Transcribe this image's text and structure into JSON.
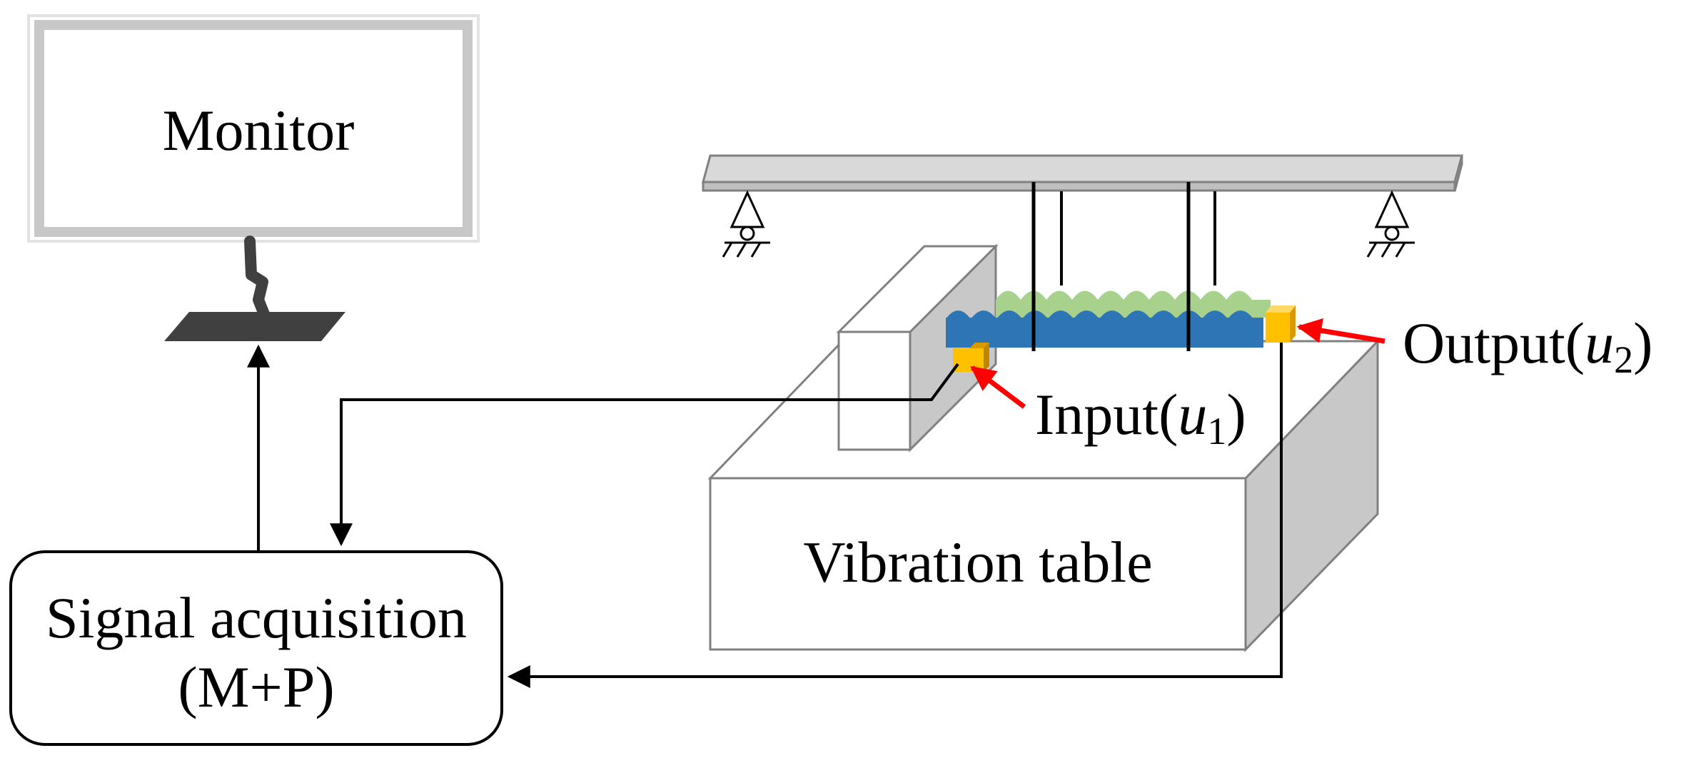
{
  "labels": {
    "monitor": "Monitor",
    "vibration_table": "Vibration table",
    "signal_acquisition_line1": "Signal acquisition",
    "signal_acquisition_line2": "(M+P)",
    "input_text": "Input(",
    "input_var": "u",
    "input_sub": "1",
    "input_close": ")",
    "output_text": "Output(",
    "output_var": "u",
    "output_sub": "2",
    "output_close": ")"
  },
  "colors": {
    "beam_blue": "#2e75b6",
    "wave_green": "#a9d18e",
    "sensor_yellow": "#ffc000",
    "pointer_red": "#ff0000",
    "frame_gray": "#bfbfbf",
    "shade_gray": "#c8c8c8"
  }
}
